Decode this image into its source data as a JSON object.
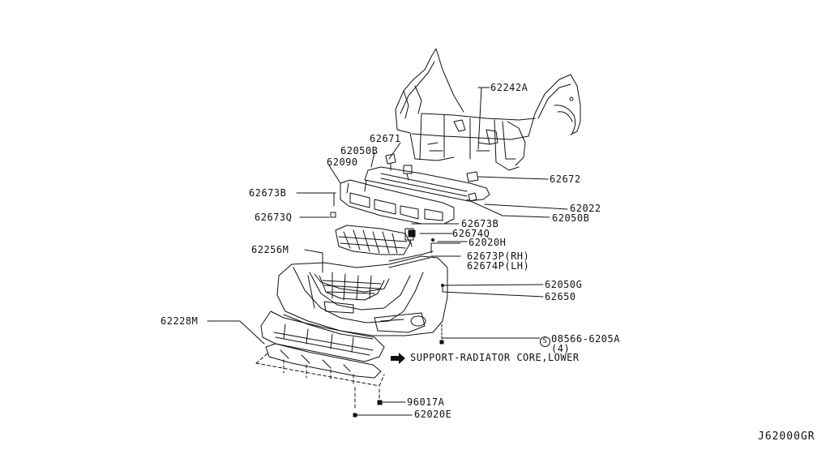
{
  "figure_code": "J62000GR",
  "parts": {
    "p62242A": "62242A",
    "p62671": "62671",
    "p62050B_top": "62050B",
    "p62090": "62090",
    "p62672": "62672",
    "p62673B_left": "62673B",
    "p62022": "62022",
    "p62050B_right": "62050B",
    "p62673Q": "62673Q",
    "p62673B_mid": "62673B",
    "p62674Q": "62674Q",
    "p62020H": "62020H",
    "p62256M": "62256M",
    "p62673P": "62673P(RH)",
    "p62674P": "62674P(LH)",
    "p62050G": "62050G",
    "p62650": "62650",
    "p62228M": "62228M",
    "p08566": "08566-6205A",
    "p08566_qty": "(4)",
    "p96017A": "96017A",
    "p62020E": "62020E"
  },
  "bolt_symbol": "S",
  "reference_note": "SUPPORT-RADIATOR CORE,LOWER"
}
